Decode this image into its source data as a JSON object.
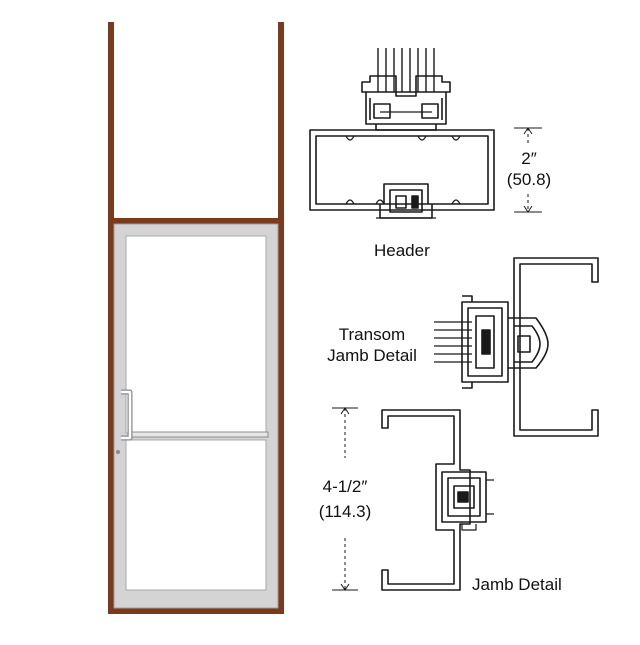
{
  "labels": {
    "header": "Header",
    "transom_line1": "Transom",
    "transom_line2": "Jamb Detail",
    "jamb_detail": "Jamb Detail",
    "header_dim_in": "2″",
    "header_dim_mm": "(50.8)",
    "jamb_dim_in": "4-1/2″",
    "jamb_dim_mm": "(114.3)"
  },
  "colors": {
    "frame_brown": "#7a3a1c",
    "door_frame": "#c8c8c8",
    "line": "#1a1a1a"
  },
  "icons": {
    "handle": "door-pull-handle",
    "push_bar": "door-push-bar"
  }
}
